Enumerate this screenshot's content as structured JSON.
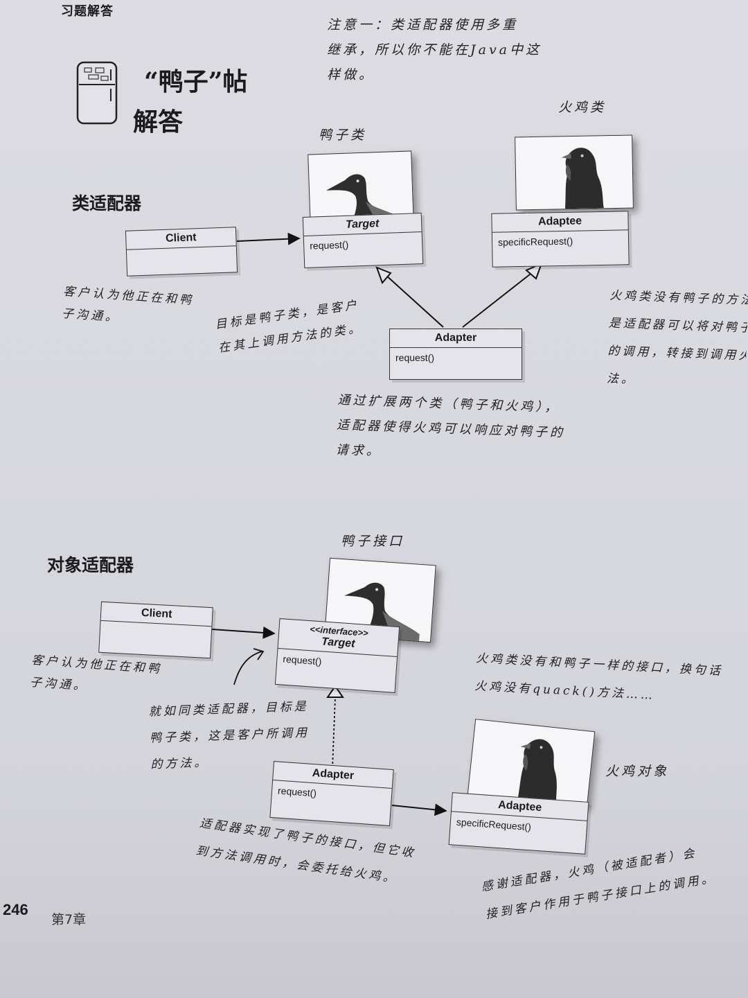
{
  "header": {
    "section": "习题解答"
  },
  "title": {
    "line1": "“鸭子”帖",
    "line2": "解答"
  },
  "class_adapter": {
    "heading": "类适配器",
    "note_multiple_inheritance": [
      "注意一：类适配器使用多重",
      "继承，所以你不能在Java中这",
      "样做。"
    ],
    "turkey_class_label": "火鸡类",
    "duck_class_label": "鸭子类",
    "client": {
      "name": "Client"
    },
    "target": {
      "name": "Target",
      "method": "request()"
    },
    "adaptee": {
      "name": "Adaptee",
      "method": "specificRequest()"
    },
    "adapter": {
      "name": "Adapter",
      "method": "request()"
    },
    "note_client": [
      "客户认为他正在和鸭",
      "子沟通。"
    ],
    "note_target": [
      "目标是鸭子类，是客户",
      "在其上调用方法的类。"
    ],
    "note_turkey": [
      "火鸡类没有鸭子的方法，",
      "是适配器可以将对鸭子的",
      "的调用，转接到调用火鸡",
      "法。"
    ],
    "note_adapter": [
      "通过扩展两个类（鸭子和火鸡），",
      "适配器使得火鸡可以响应对鸭子的",
      "请求。"
    ]
  },
  "object_adapter": {
    "heading": "对象适配器",
    "duck_interface_label": "鸭子接口",
    "turkey_object_label": "火鸡对象",
    "client": {
      "name": "Client"
    },
    "target": {
      "stereotype": "<<interface>>",
      "name": "Target",
      "method": "request()"
    },
    "adapter": {
      "name": "Adapter",
      "method": "request()"
    },
    "adaptee": {
      "name": "Adaptee",
      "method": "specificRequest()"
    },
    "note_client": [
      "客户认为他正在和鸭",
      "子沟通。"
    ],
    "note_target": [
      "就如同类适配器，目标是",
      "鸭子类，这是客户所调用",
      "的方法。"
    ],
    "note_turkey": [
      "火鸡类没有和鸭子一样的接口，换句话",
      "火鸡没有quack()方法……"
    ],
    "note_adapter": [
      "适配器实现了鸭子的接口，但它收",
      "到方法调用时，会委托给火鸡。"
    ],
    "note_thanks": [
      "感谢适配器，火鸡（被适配者）会",
      "接到客户作用于鸭子接口上的调用。"
    ]
  },
  "footer": {
    "page_number": "246",
    "chapter": "第7章"
  }
}
